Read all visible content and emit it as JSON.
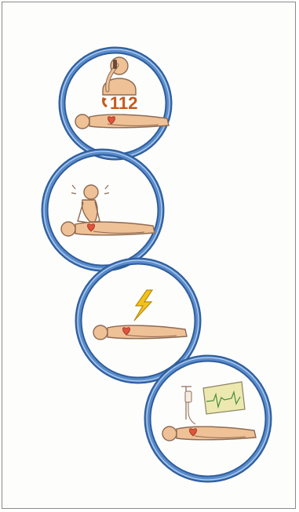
{
  "diagram": {
    "phone_number": "112",
    "colors": {
      "ring": "#4a79b8",
      "ring_highlight": "#a9c6ea",
      "skin": "#efc196",
      "outline": "#8e6a52",
      "heart": "#e0533c",
      "lightning": "#f2c21b",
      "ecg_paper": "#ece8b0",
      "ecg_line": "#4a8a3a"
    },
    "steps": [
      {
        "id": "call",
        "icon": "phone-icon"
      },
      {
        "id": "cpr",
        "icon": "cpr-icon"
      },
      {
        "id": "defibrillation",
        "icon": "lightning-icon"
      },
      {
        "id": "advanced-care",
        "icon": "iv-drip-icon"
      }
    ]
  }
}
